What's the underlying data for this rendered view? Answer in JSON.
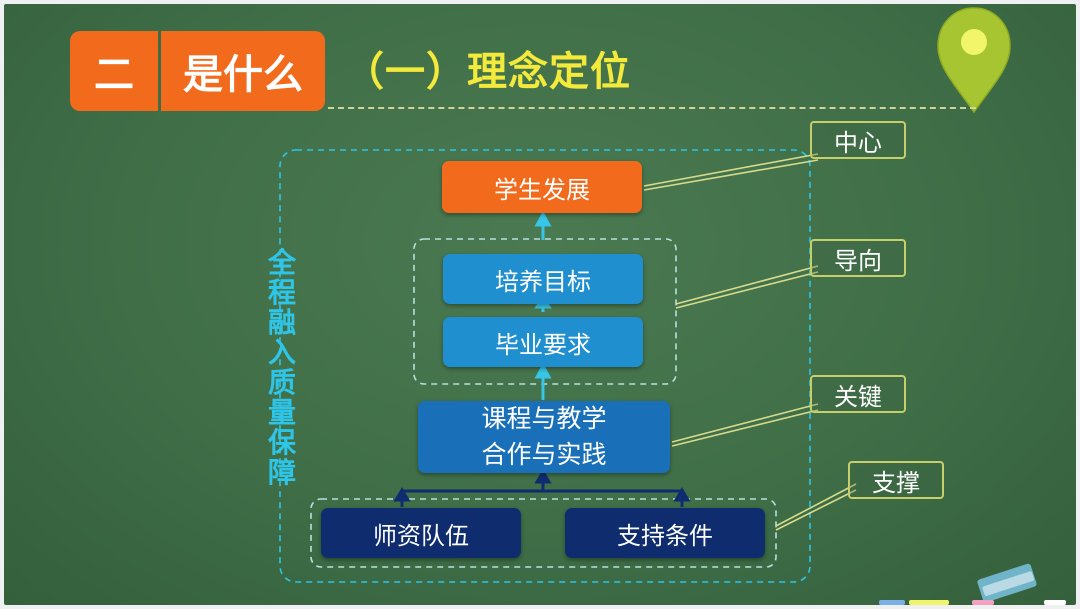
{
  "header": {
    "section_number": "二",
    "section_title": "是什么",
    "subtitle": "（一）理念定位"
  },
  "diagram": {
    "top_box": "学生发展",
    "goal_box": "培养目标",
    "requirement_box": "毕业要求",
    "course_box_line1": "课程与教学",
    "course_box_line2": "合作与实践",
    "teacher_box": "师资队伍",
    "support_box": "支持条件",
    "side_label": "全程融入质量保障"
  },
  "tags": {
    "center": "中心",
    "guide": "导向",
    "key": "关键",
    "support": "支撑"
  },
  "colors": {
    "board": "#3f6e47",
    "accent_orange": "#f26b1d",
    "subtitle_yellow": "#f4ea3c",
    "light_blue": "#1f8fcf",
    "mid_blue": "#1a70b8",
    "dark_blue": "#0f2d6e",
    "dashed_cyan": "#2ec5e8"
  },
  "icons": {
    "location_pin": "map-pin-icon",
    "eraser": "eraser-icon",
    "chalk": "chalk-icon"
  }
}
